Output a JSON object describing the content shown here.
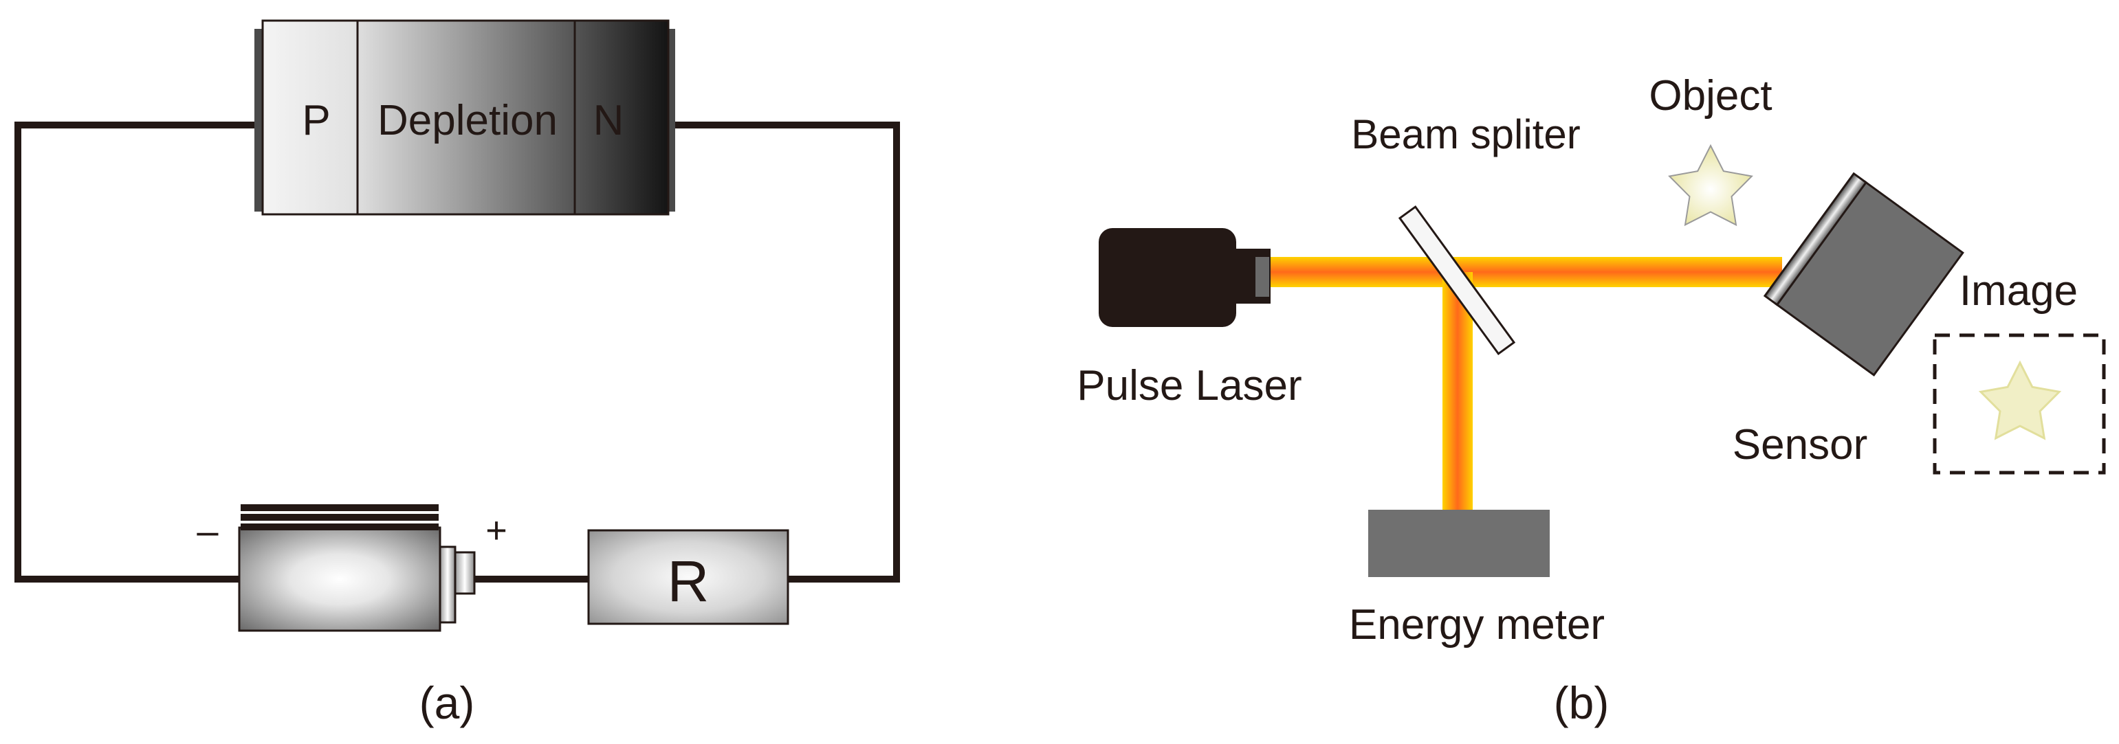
{
  "panel_a": {
    "caption": "(a)",
    "pn_junction": {
      "p_label": "P",
      "depletion_label": "Depletion",
      "n_label": "N"
    },
    "battery": {
      "negative_label": "–",
      "positive_label": "+"
    },
    "resistor": {
      "label": "R"
    }
  },
  "panel_b": {
    "caption": "(b)",
    "pulse_laser_label": "Pulse Laser",
    "beam_splitter_label": "Beam spliter",
    "object_label": "Object",
    "sensor_label": "Sensor",
    "image_label": "Image",
    "energy_meter_label": "Energy meter"
  },
  "colors": {
    "wire": "#231815",
    "beam_edge": "#ffd200",
    "beam_core": "#ff6a1a",
    "device_gray": "#707070",
    "star_fill": "#f4f0c0"
  }
}
